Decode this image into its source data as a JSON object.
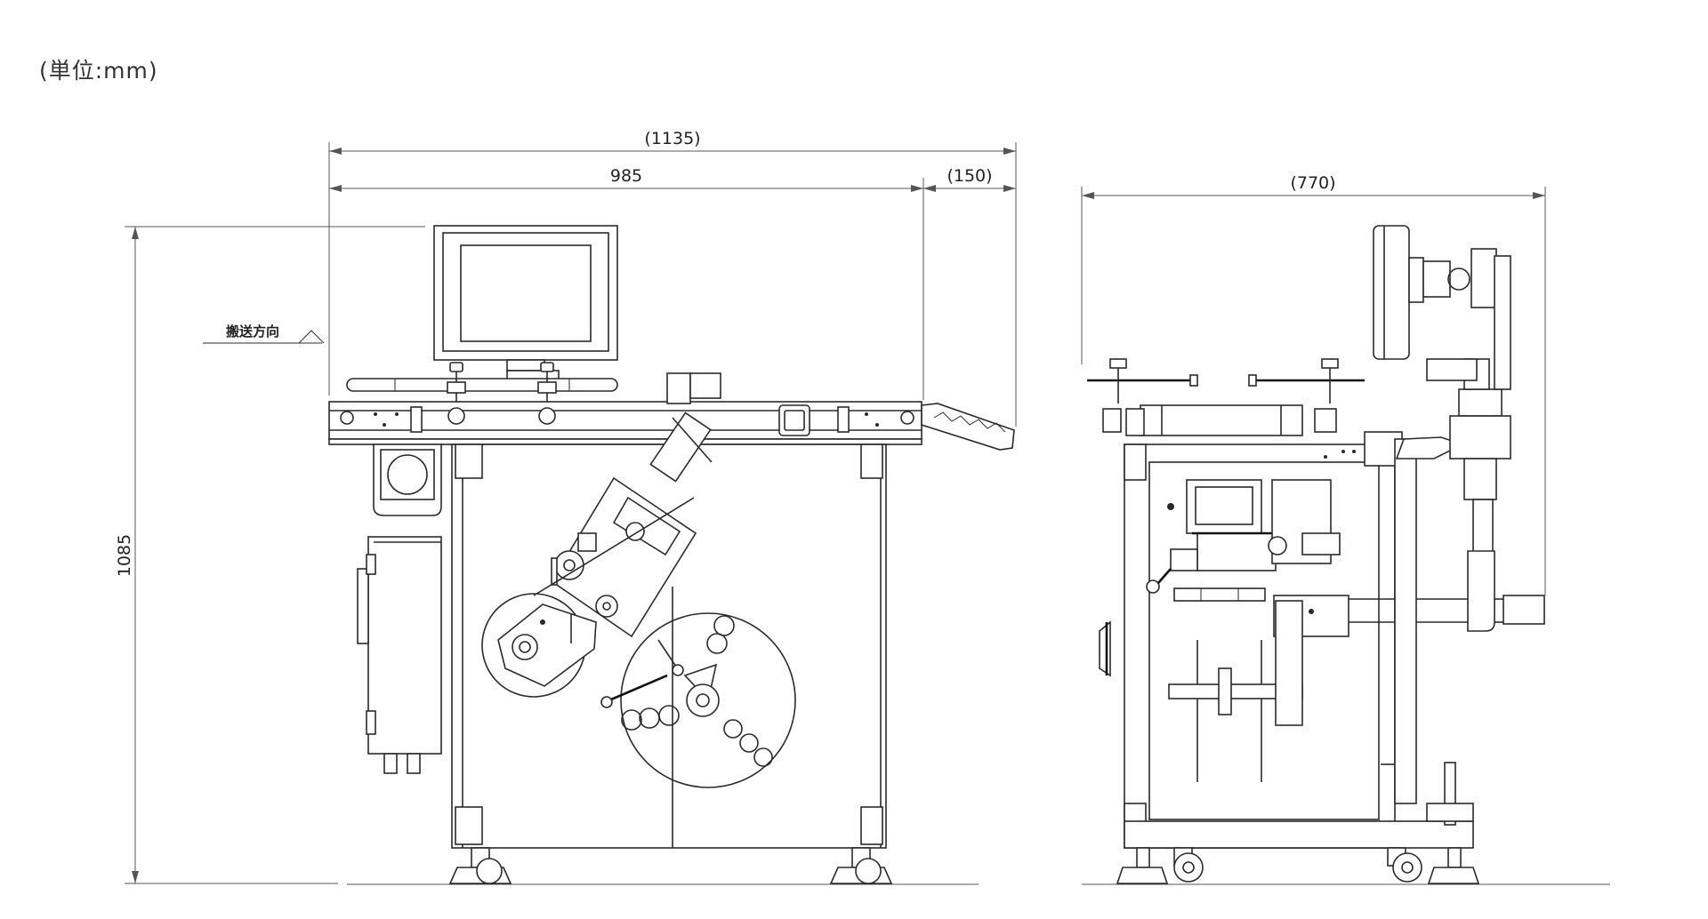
{
  "unit_label": "(単位:mm)",
  "direction_label": "搬送方向",
  "dimensions": {
    "overall_length": "(1135)",
    "conveyor_length": "985",
    "extension_length": "(150)",
    "height": "1085",
    "depth": "(770)"
  }
}
